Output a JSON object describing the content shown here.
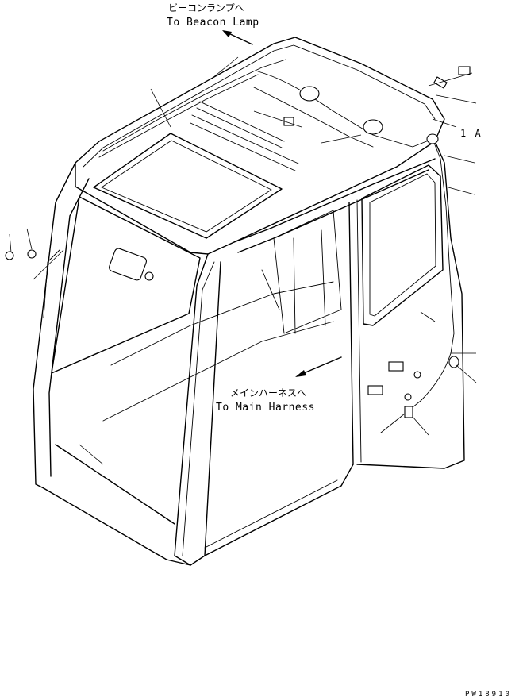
{
  "labels": {
    "beacon_jp": "ビーコンランプへ",
    "beacon_en": "To Beacon Lamp",
    "harness_jp": "メインハーネスへ",
    "harness_en": "To Main Harness",
    "ref_1a": "1 A",
    "drawing_code": "PW18910"
  },
  "icons": {
    "arrow": "arrow-head-icon"
  }
}
